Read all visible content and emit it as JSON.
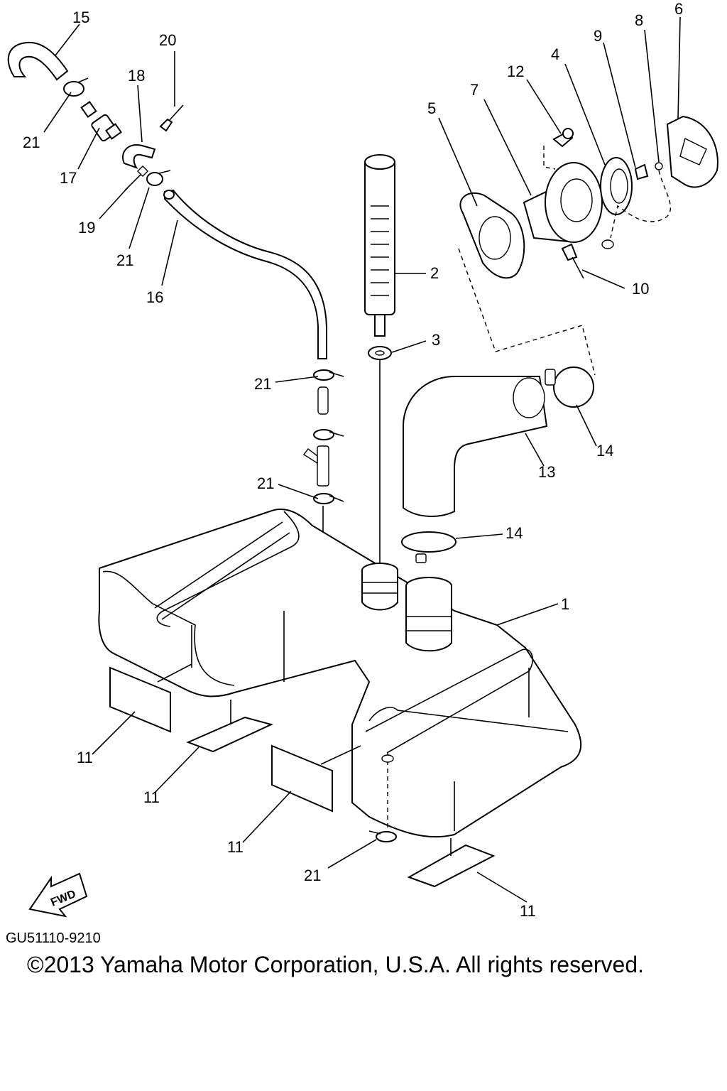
{
  "diagram": {
    "code": "GU51110-9210",
    "copyright": "©2013 Yamaha Motor Corporation, U.S.A. All rights reserved.",
    "fwd_label": "FWD",
    "callouts": [
      "15",
      "20",
      "18",
      "21",
      "17",
      "19",
      "21",
      "16",
      "2",
      "3",
      "5",
      "7",
      "12",
      "4",
      "9",
      "8",
      "6",
      "10",
      "21",
      "21",
      "13",
      "14",
      "14",
      "1",
      "11",
      "11",
      "11",
      "21",
      "11"
    ]
  }
}
